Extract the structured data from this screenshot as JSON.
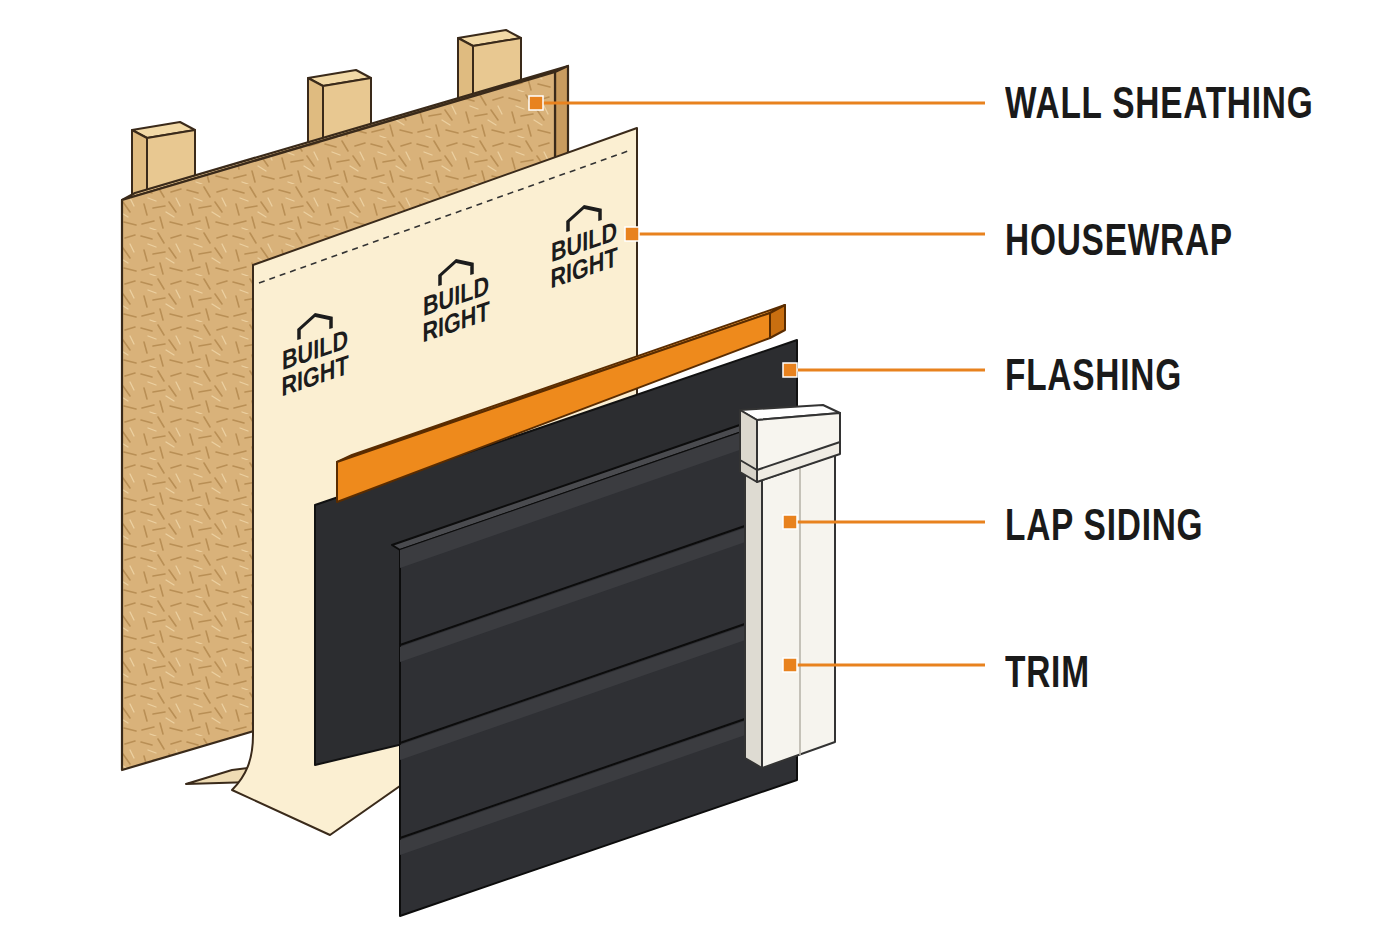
{
  "diagram": {
    "labels": [
      "WALL SHEATHING",
      "HOUSEWRAP",
      "FLASHING",
      "LAP SIDING",
      "TRIM",
      "BUILD RIGHT",
      "BUILD RIGHT",
      "BUILD RIGHT"
    ]
  }
}
